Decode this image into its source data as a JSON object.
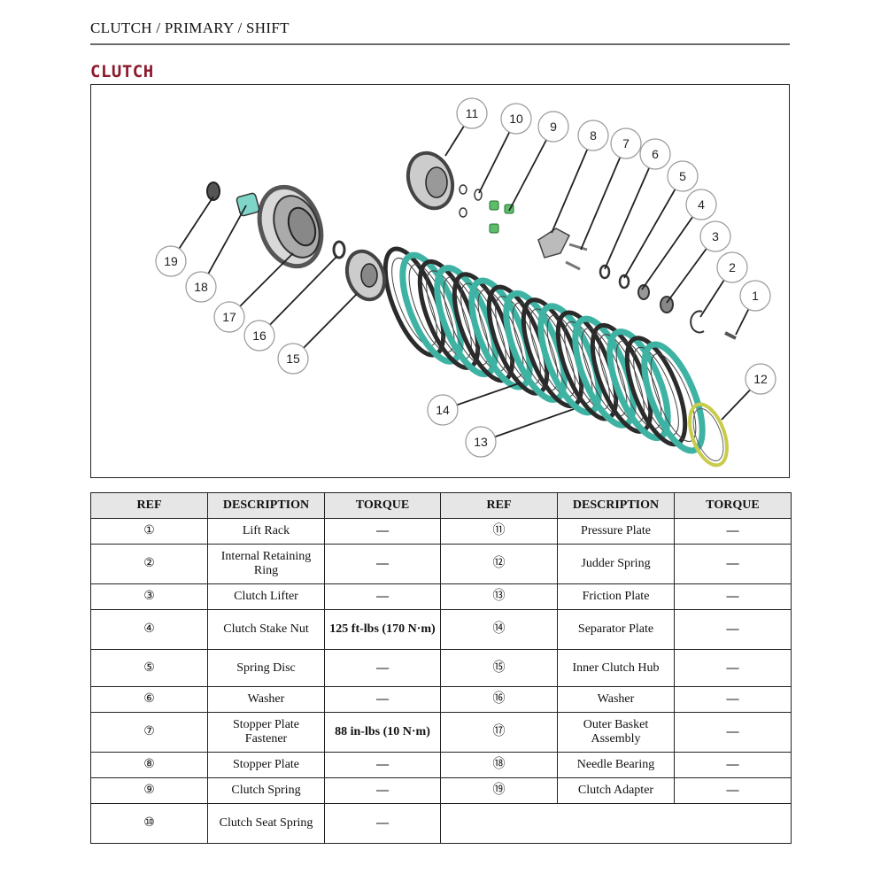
{
  "header": {
    "title": "CLUTCH / PRIMARY / SHIFT"
  },
  "section": {
    "title": "CLUTCH"
  },
  "diagram": {
    "callouts": [
      "1",
      "2",
      "3",
      "4",
      "5",
      "6",
      "7",
      "8",
      "9",
      "10",
      "11",
      "12",
      "13",
      "14",
      "15",
      "16",
      "17",
      "18",
      "19"
    ]
  },
  "table": {
    "headers": [
      "REF",
      "DESCRIPTION",
      "TORQUE",
      "REF",
      "DESCRIPTION",
      "TORQUE"
    ],
    "rows": [
      {
        "l_ref": "①",
        "l_desc": "Lift Rack",
        "l_torque": "—",
        "r_ref": "⑪",
        "r_desc": "Pressure Plate",
        "r_torque": "—"
      },
      {
        "l_ref": "②",
        "l_desc": "Internal Retaining Ring",
        "l_torque": "—",
        "r_ref": "⑫",
        "r_desc": "Judder Spring",
        "r_torque": "—"
      },
      {
        "l_ref": "③",
        "l_desc": "Clutch Lifter",
        "l_torque": "—",
        "r_ref": "⑬",
        "r_desc": "Friction Plate",
        "r_torque": "—"
      },
      {
        "l_ref": "④",
        "l_desc": "Clutch Stake Nut",
        "l_torque": "125 ft-lbs (170 N·m)",
        "r_ref": "⑭",
        "r_desc": "Separator Plate",
        "r_torque": "—"
      },
      {
        "l_ref": "⑤",
        "l_desc": "Spring Disc",
        "l_torque": "—",
        "r_ref": "⑮",
        "r_desc": "Inner Clutch Hub",
        "r_torque": "—"
      },
      {
        "l_ref": "⑥",
        "l_desc": "Washer",
        "l_torque": "—",
        "r_ref": "⑯",
        "r_desc": "Washer",
        "r_torque": "—"
      },
      {
        "l_ref": "⑦",
        "l_desc": "Stopper Plate Fastener",
        "l_torque": "88 in-lbs (10 N·m)",
        "r_ref": "⑰",
        "r_desc": "Outer Basket Assembly",
        "r_torque": "—"
      },
      {
        "l_ref": "⑧",
        "l_desc": "Stopper Plate",
        "l_torque": "—",
        "r_ref": "⑱",
        "r_desc": "Needle Bearing",
        "r_torque": "—"
      },
      {
        "l_ref": "⑨",
        "l_desc": "Clutch Spring",
        "l_torque": "—",
        "r_ref": "⑲",
        "r_desc": "Clutch Adapter",
        "r_torque": "—"
      },
      {
        "l_ref": "⑩",
        "l_desc": "Clutch Seat Spring",
        "l_torque": "—",
        "r_ref": "",
        "r_desc": "",
        "r_torque": ""
      }
    ]
  },
  "colors": {
    "section_title": "#8b1a2b",
    "plate_teal": "#3fb3a3",
    "plate_dark": "#2b2b2b",
    "spring_yellow": "#c9cc4a"
  }
}
